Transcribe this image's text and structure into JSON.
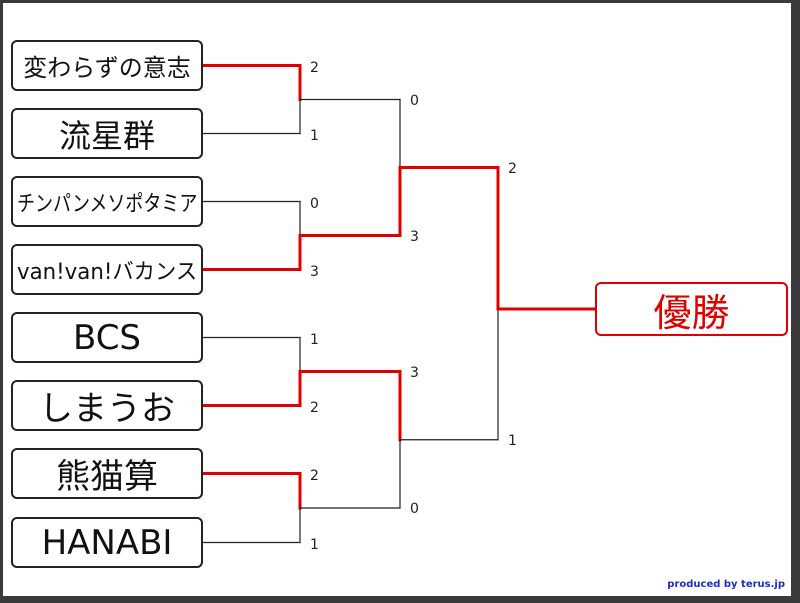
{
  "teams": [
    {
      "name": "変わらずの意志",
      "score": "2",
      "won": true
    },
    {
      "name": "流星群",
      "score": "1",
      "won": false
    },
    {
      "name": "チンパンメソポタミア",
      "score": "0",
      "won": false
    },
    {
      "name": "van!van!バカンス",
      "score": "3",
      "won": true
    },
    {
      "name": "BCS",
      "score": "1",
      "won": false
    },
    {
      "name": "しまうお",
      "score": "2",
      "won": true
    },
    {
      "name": "熊猫算",
      "score": "2",
      "won": true
    },
    {
      "name": "HANABI",
      "score": "1",
      "won": false
    }
  ],
  "semifinal_scores": [
    "0",
    "3",
    "3",
    "0"
  ],
  "final_scores": [
    "2",
    "1"
  ],
  "winner_label": "優勝",
  "credit": "produced by terus.jp",
  "colors": {
    "winner_line": "#e00000",
    "loser_line": "#222222"
  }
}
